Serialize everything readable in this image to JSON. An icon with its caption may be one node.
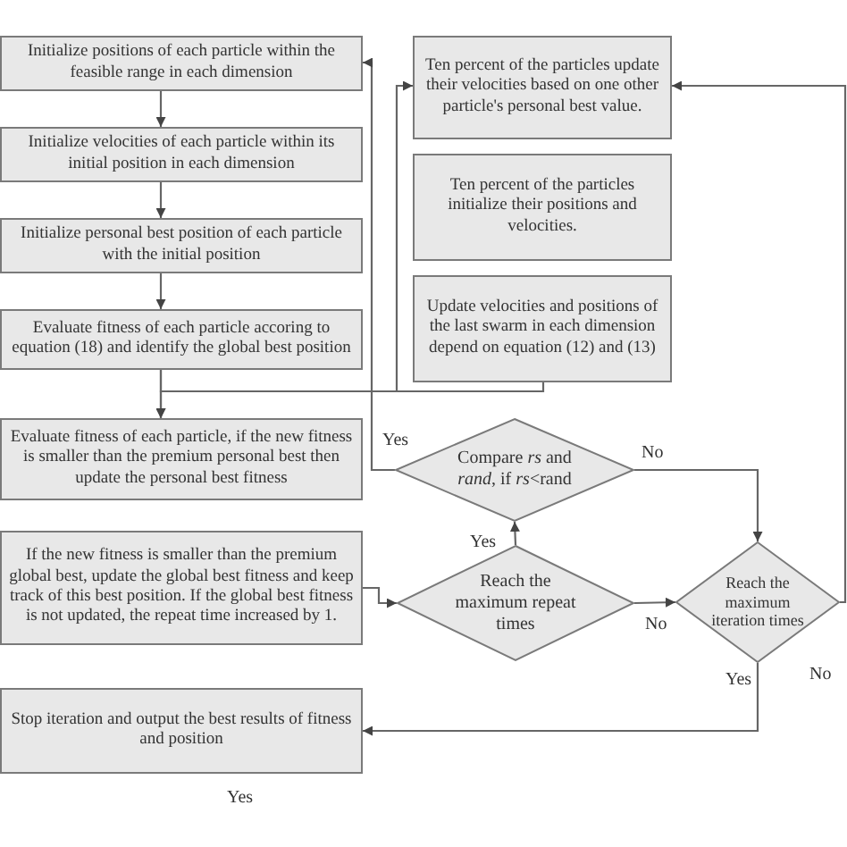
{
  "diagram": {
    "nodes": [
      {
        "text": [
          "Initialize positions of each particle within the feasible range in each dimension"
        ]
      },
      {
        "text": [
          "Initialize velocities of each particle within its initial position in each dimension"
        ]
      },
      {
        "text": [
          "Initialize personal best position of each particle with the initial position"
        ]
      },
      {
        "text": [
          "Evaluate fitness of each particle accoring to equation (18) and identify the global best position"
        ]
      },
      {
        "text": [
          "Evaluate fitness of each particle, if the new fitness is smaller than the premium personal best then update the personal best fitness"
        ]
      },
      {
        "text": [
          "If the new fitness is smaller than the premium global best, update the global best fitness and keep track of this best position. If the global best fitness is not updated, the repeat time increased by 1."
        ]
      },
      {
        "text": [
          "Stop iteration and output the best results of fitness and position"
        ]
      },
      {
        "text": [
          "Ten percent of the particles update their velocities based on one other particle's personal best value."
        ]
      },
      {
        "text": [
          "Ten percent of the particles initialize their positions and velocities."
        ]
      },
      {
        "text": [
          "Update velocities and positions of the last swarm in each dimension depend on equation (12) and (13)"
        ]
      },
      {
        "text": [
          "Compare *rs* and *rand*, if *rs*<rand"
        ]
      },
      {
        "text": [
          "Reach the maximum repeat times"
        ]
      },
      {
        "text": [
          "Reach the maximum iteration times"
        ]
      }
    ],
    "edges": [
      {
        "from": 0,
        "to": 1,
        "arrow": "to"
      },
      {
        "from": 1,
        "to": 2,
        "arrow": "to"
      },
      {
        "from": 2,
        "to": 3,
        "arrow": "to"
      },
      {
        "from": 3,
        "to": 4,
        "arrow": "to"
      },
      {
        "from": 3,
        "to": 7,
        "arrow": "to"
      },
      {
        "from": 9,
        "to": 4,
        "arrow": "to"
      },
      {
        "from": 10,
        "to": 0,
        "arrow": "to",
        "label": "Yes"
      },
      {
        "from": 10,
        "to": 12,
        "arrow": "to",
        "label": "No"
      },
      {
        "from": 5,
        "to": 11,
        "arrow": "to"
      },
      {
        "from": 11,
        "to": 10,
        "arrow": "to",
        "label": "Yes"
      },
      {
        "from": 11,
        "to": 12,
        "arrow": "to",
        "label": "No"
      },
      {
        "from": 12,
        "to": 6,
        "arrow": "to",
        "label": "Yes"
      },
      {
        "from": 12,
        "to": 7,
        "arrow": "to",
        "label": "No"
      }
    ],
    "labels": [
      "Yes"
    ]
  }
}
